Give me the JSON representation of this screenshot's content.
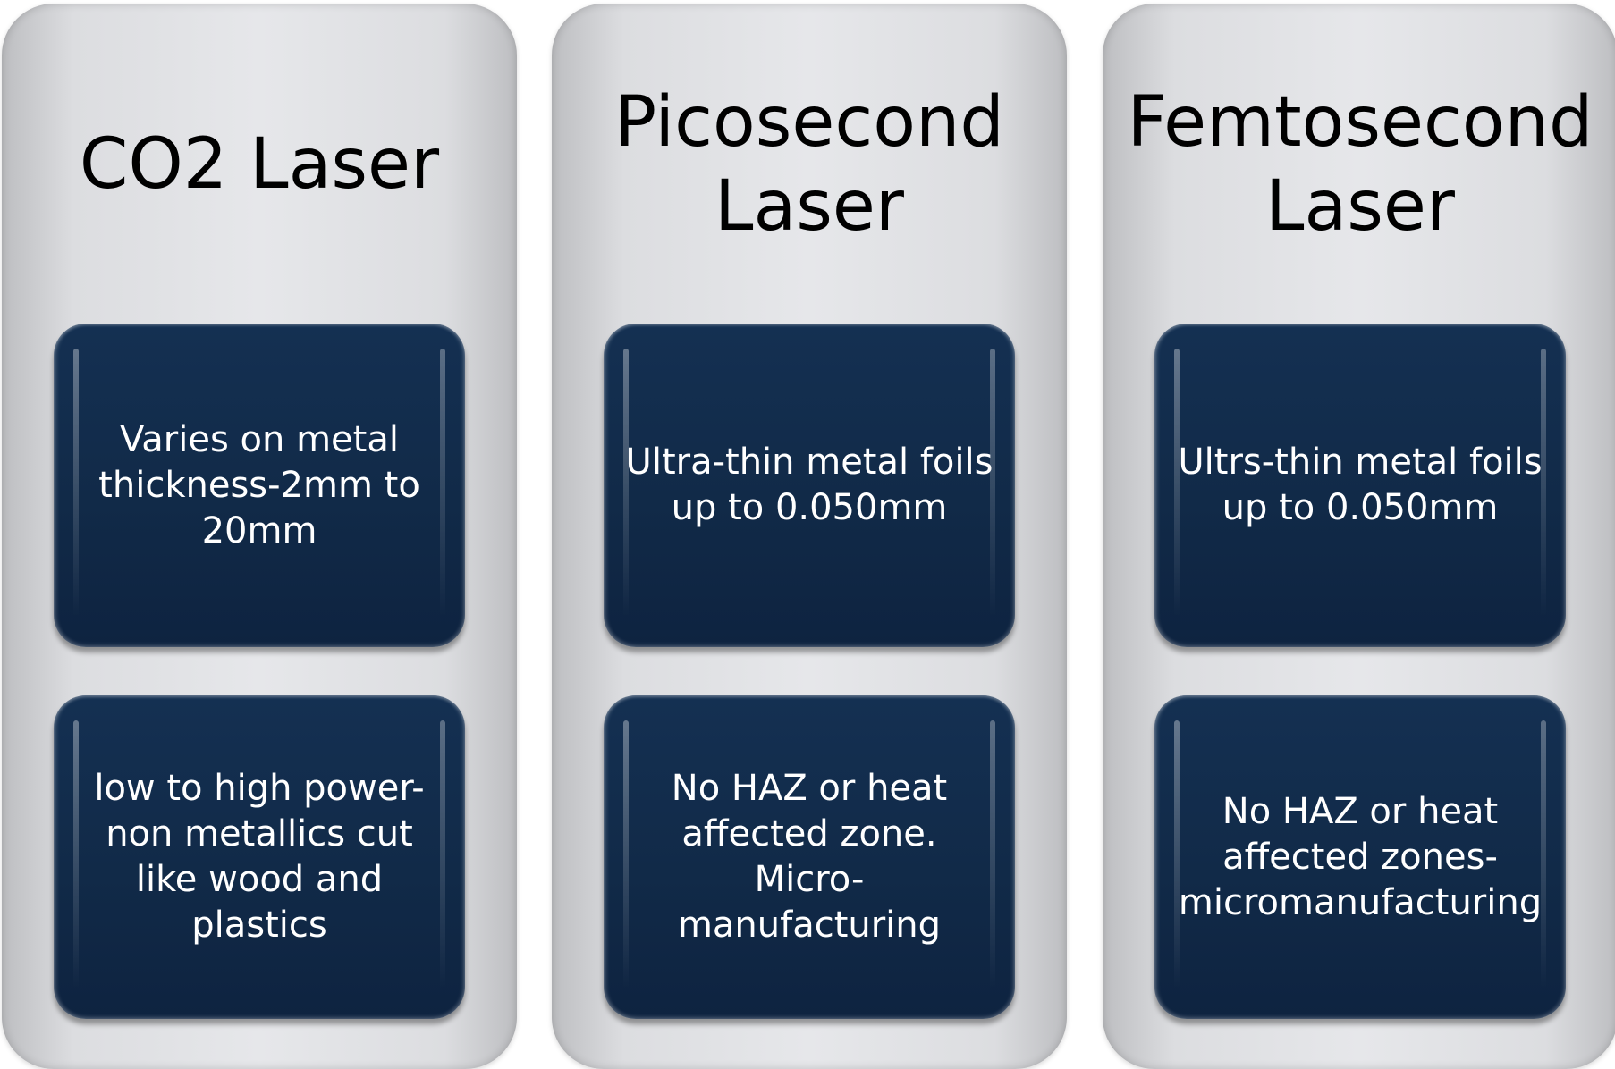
{
  "columns": [
    {
      "title_lines": [
        "CO2 Laser"
      ],
      "cards": [
        "Varies on metal\nthickness-2mm to\n20mm",
        "low to high power-\nnon metallics cut\nlike wood and\nplastics"
      ]
    },
    {
      "title_lines": [
        "Picosecond",
        "Laser"
      ],
      "cards": [
        "Ultra-thin metal foils\nup to 0.050mm",
        "No HAZ or heat\naffected zone.\nMicro-\nmanufacturing"
      ]
    },
    {
      "title_lines": [
        "Femtosecond",
        "Laser"
      ],
      "cards": [
        "Ultrs-thin metal foils\nup to 0.050mm",
        "No HAZ or heat\naffected zones-\nmicromanufacturing"
      ]
    }
  ],
  "colors": {
    "column_fill": "#e6e7ea",
    "card_fill": "#112a48",
    "card_text": "#ffffff",
    "title_text": "#000000"
  }
}
